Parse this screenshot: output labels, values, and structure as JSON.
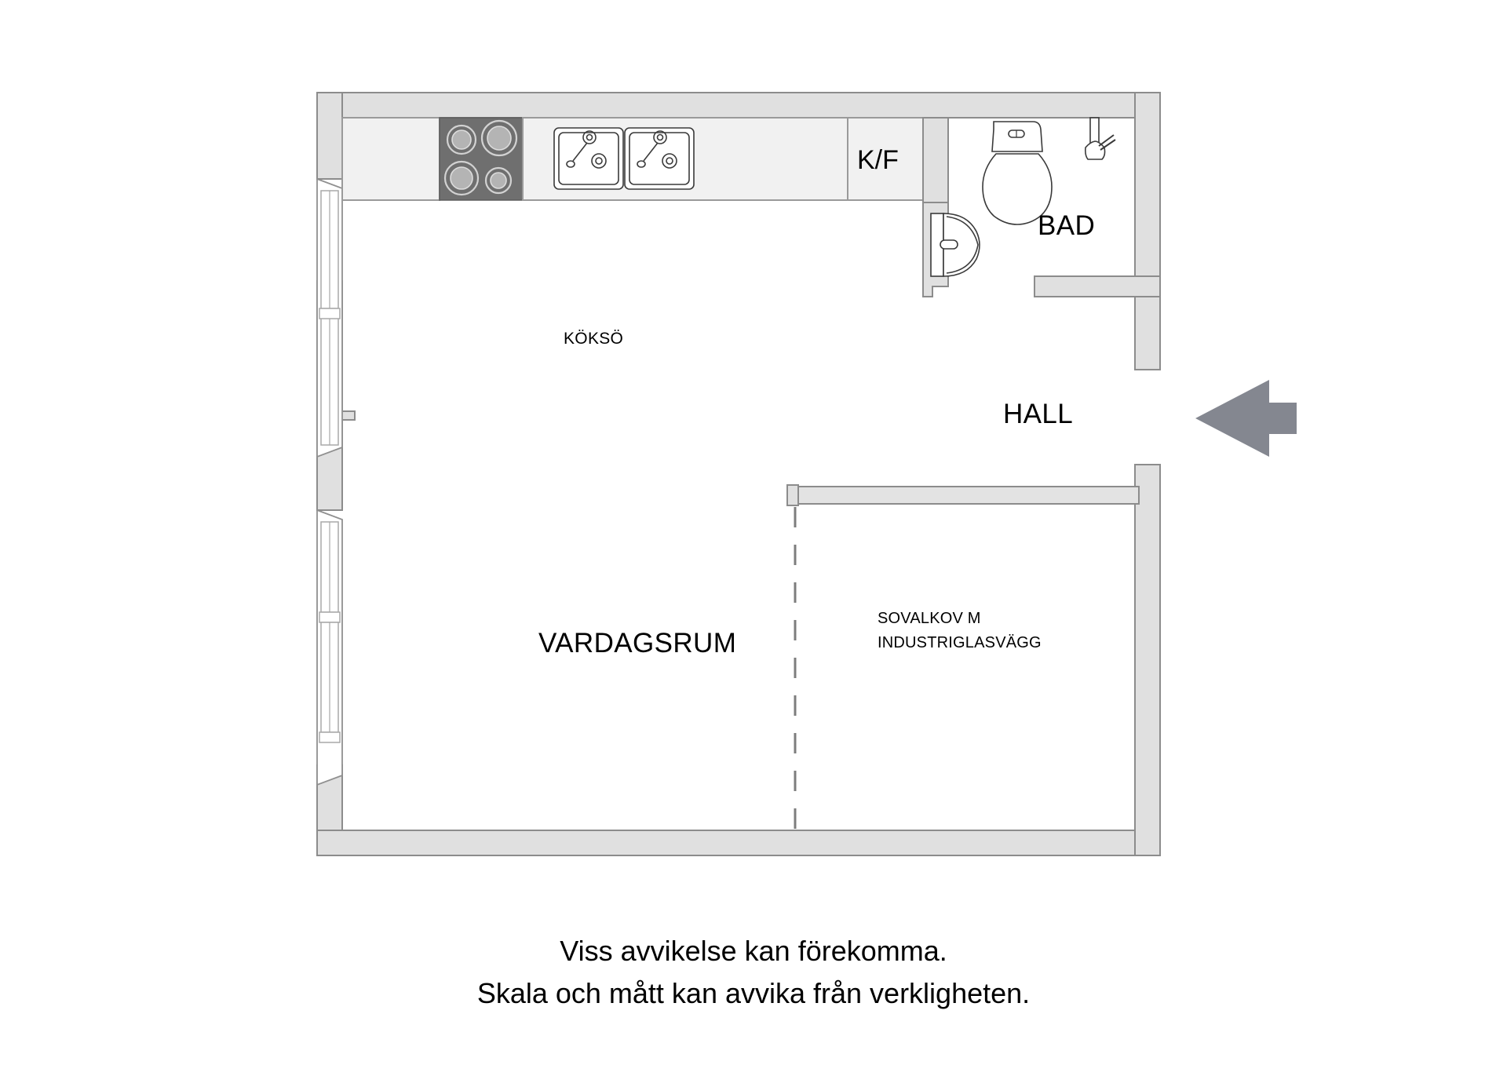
{
  "document": {
    "type": "floor-plan",
    "language": "sv",
    "background_color": "#ffffff",
    "wall_fill": "#e0e0e0",
    "wall_stroke": "#8c8c8c",
    "cabinet_fill": "#f1f1f1",
    "stove_fill": "#6f6f6f",
    "entry_arrow_color": "#848790"
  },
  "rooms": [
    {
      "key": "kitchen_island",
      "label": "KÖKSÖ"
    },
    {
      "key": "fridge_freezer",
      "label": "K/F"
    },
    {
      "key": "bathroom",
      "label": "BAD"
    },
    {
      "key": "hall",
      "label": "HALL"
    },
    {
      "key": "living_room",
      "label": "VARDAGSRUM"
    },
    {
      "key": "bedroom_alcove_line1",
      "label": "SOVALKOV M"
    },
    {
      "key": "bedroom_alcove_line2",
      "label": "INDUSTRIGLASVÄGG"
    }
  ],
  "labels": {
    "koekso": "KÖKSÖ",
    "kf": "K/F",
    "bad": "BAD",
    "hall": "HALL",
    "vardagsrum": "VARDAGSRUM",
    "sovalkov_line1": "SOVALKOV M",
    "sovalkov_line2": "INDUSTRIGLASVÄGG"
  },
  "disclaimer": {
    "line1": "Viss avvikelse kan förekomma.",
    "line2": "Skala och mått kan avvika från verkligheten."
  },
  "fixtures": [
    {
      "name": "cooktop",
      "burners": 4
    },
    {
      "name": "double-sink",
      "basins": 2
    },
    {
      "name": "toilet"
    },
    {
      "name": "washbasin"
    },
    {
      "name": "shower-head"
    },
    {
      "name": "kitchen-island"
    },
    {
      "name": "fridge-freezer"
    }
  ],
  "openings": [
    {
      "name": "entrance-arrow",
      "direction": "left"
    },
    {
      "name": "window-upper-left"
    },
    {
      "name": "window-lower-left"
    },
    {
      "name": "door-left-wall"
    },
    {
      "name": "door-right-wall"
    },
    {
      "name": "bathroom-door"
    }
  ]
}
